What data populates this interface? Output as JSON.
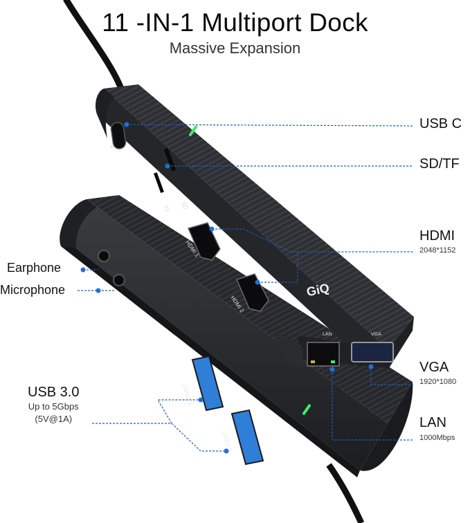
{
  "header": {
    "title": "11 -IN-1 Multiport Dock",
    "subtitle": "Massive Expansion"
  },
  "callouts": {
    "usb_c": "USB C",
    "sd_tf": "SD/TF",
    "hdmi": "HDMI",
    "hdmi_res": "2048*1152",
    "vga": "VGA",
    "vga_res": "1920*1080",
    "lan": "LAN",
    "lan_speed": "1000Mbps",
    "earphone": "Earphone",
    "microphone": "Microphone",
    "usb3": "USB 3.0",
    "usb3_speed": "Up to 5Gbps",
    "usb3_power": "(5V@1A)"
  },
  "device": {
    "brand": "GiQ",
    "port_labels": {
      "tf": "TF",
      "sd": "SD",
      "hdmi1": "HDMI 1",
      "hdmi2": "HDMI 2",
      "lan": "LAN",
      "vga": "VGA",
      "usb_a1": "USB3.0",
      "usb_a2": "USB3.0"
    }
  },
  "colors": {
    "callout_line": "#1f5fb4",
    "callout_dot": "#1f6fd8",
    "body": "#2b2d30",
    "usb_blue": "#2f7fd9",
    "led_green": "#3cf06a"
  }
}
